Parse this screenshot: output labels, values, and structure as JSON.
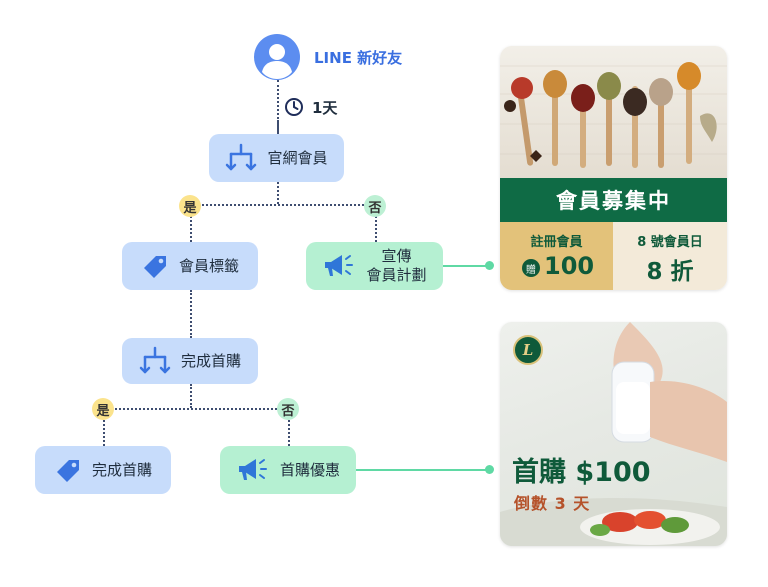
{
  "start": {
    "label": "LINE 新好友"
  },
  "wait": {
    "label": "1天"
  },
  "flow": {
    "official_member": "官網會員",
    "yes": "是",
    "no": "否",
    "member_tag": "會員標籤",
    "promo_line1": "宣傳",
    "promo_line2": "會員計劃",
    "first_purchase_check": "完成首購",
    "first_purchase_tag": "完成首購",
    "first_purchase_offer": "首購優惠"
  },
  "card_member": {
    "banner": "會員募集中",
    "left_title": "註冊會員",
    "gift_icon": "贈",
    "left_value": "100",
    "right_title": "8 號會員日",
    "right_value": "8 折"
  },
  "card_first": {
    "logo": "L",
    "headline": "首購 $100",
    "sub": "倒數 3 天"
  },
  "colors": {
    "blue_node": "#c7dcfb",
    "green_node": "#b5f0d2",
    "icon_blue": "#3a74e0",
    "icon_green": "#2f76d8",
    "banner_green": "#0f6b45",
    "gold": "#e3c27a",
    "cream": "#f3ead9",
    "connector": "#5fd9a4"
  }
}
